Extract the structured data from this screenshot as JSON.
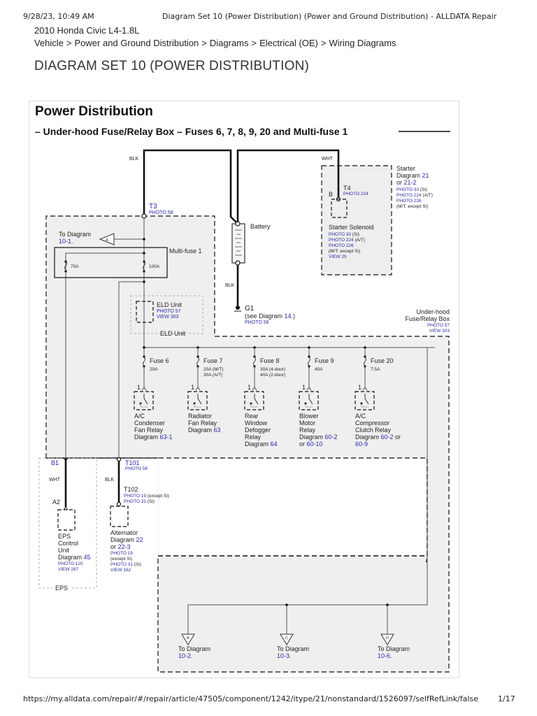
{
  "print_header": {
    "datetime": "9/28/23, 10:49 AM",
    "page_title": "Diagram Set 10 (Power Distribution) (Power and Ground Distribution) - ALLDATA Repair"
  },
  "vehicle": "2010 Honda Civic L4-1.8L",
  "breadcrumb": [
    "Vehicle",
    "Power and Ground Distribution",
    "Diagrams",
    "Electrical (OE)",
    "Wiring Diagrams"
  ],
  "breadcrumb_separator": ">",
  "document_title": "DIAGRAM SET 10 (POWER DISTRIBUTION)",
  "diagram": {
    "title": "Power Distribution",
    "subtitle": "– Under-hood Fuse/Relay Box – Fuses 6, 7, 8, 9, 20 and Multi-fuse 1",
    "colors": {
      "link": "#2a2aa8",
      "wire": "#111111",
      "box_fill": "#eeeeee",
      "text": "#222222"
    },
    "wire_labels": {
      "t3_wire": "BLK",
      "starter_wire": "WHT",
      "ground_wire": "BLK",
      "eps_wire": "WHT",
      "alt_wire": "BLK"
    },
    "battery": {
      "label": "Battery"
    },
    "ground": {
      "name": "G1",
      "see": "(see Diagram ",
      "see_link": "14.",
      "see_end": ")",
      "photo": "PHOTO 56"
    },
    "t3": {
      "name": "T3",
      "photo": "PHOTO 58"
    },
    "to_diagram_a": {
      "text": "To Diagram",
      "link": "10-1.",
      "letter": "A"
    },
    "multifuse": {
      "label": "Multi-fuse 1",
      "left_rating": "70A",
      "right_rating": "100A"
    },
    "eld": {
      "name": "ELD Unit",
      "photo": "PHOTO 57",
      "view": "VIEW 303",
      "box_label": "ELD Unit"
    },
    "starter": {
      "title": "Starter",
      "diagram_text": "Diagram",
      "diagram_link": "21",
      "or_text": "or",
      "or_link": "21-2",
      "photos": [
        {
          "link": "PHOTO 33",
          "note": "(Si)"
        },
        {
          "link": "PHOTO 224",
          "note": "(A/T)"
        },
        {
          "link": "PHOTO 226",
          "note": ""
        }
      ],
      "note": "(M/T: except Si)"
    },
    "t4": {
      "name": "T4",
      "photo": "PHOTO 224",
      "pin": "B"
    },
    "solenoid": {
      "name": "Starter Solenoid",
      "photos": [
        {
          "link": "PHOTO 33",
          "note": "(Si)"
        },
        {
          "link": "PHOTO 224",
          "note": "(A/T)"
        },
        {
          "link": "PHOTO 226",
          "note": ""
        }
      ],
      "note": "(M/T: except Si)",
      "view": "VIEW 25"
    },
    "fusebox": {
      "line1": "Under-hood",
      "line2": "Fuse/Relay Box",
      "photo": "PHOTO 57",
      "view": "VIEW 303"
    },
    "fuses": [
      {
        "name": "Fuse 6",
        "rating": [
          "20A"
        ],
        "pin": "1",
        "desc": [
          "A/C",
          "Condenser",
          "Fan Relay"
        ],
        "diagram_text": "Diagram ",
        "links": [
          "63-1"
        ],
        "link_sep": ""
      },
      {
        "name": "Fuse 7",
        "rating": [
          "20A (M/T)",
          "30A (A/T)"
        ],
        "pin": "1",
        "desc": [
          "Radiator",
          "Fan Relay"
        ],
        "diagram_text": "Diagram ",
        "links": [
          "63"
        ],
        "link_sep": ""
      },
      {
        "name": "Fuse 8",
        "rating": [
          "30A (4-door)",
          "40A (2-door)"
        ],
        "pin": "1",
        "desc": [
          "Rear",
          "Window",
          "Defogger",
          "Relay"
        ],
        "diagram_text": "Diagram ",
        "links": [
          "64"
        ],
        "link_sep": ""
      },
      {
        "name": "Fuse 9",
        "rating": [
          "40A"
        ],
        "pin": "1",
        "desc": [
          "Blower",
          "Motor",
          "Relay"
        ],
        "diagram_text": "Diagram ",
        "links": [
          "60-2",
          "60-10"
        ],
        "link_sep": "or "
      },
      {
        "name": "Fuse 20",
        "rating": [
          "7.5A"
        ],
        "pin": "1",
        "desc": [
          "A/C",
          "Compressor",
          "Clutch Relay"
        ],
        "diagram_text": "Diagram ",
        "links": [
          "60-2",
          "60-9"
        ],
        "link_sep": " or"
      }
    ],
    "eps": {
      "b1": "B1",
      "a2": "A2",
      "desc": [
        "EPS",
        "Control",
        "Unit"
      ],
      "diagram_text": "Diagram ",
      "diagram_link": "45",
      "photo": "PHOTO 120",
      "view": "VIEW 287",
      "box_label": "EPS"
    },
    "t101": {
      "name": "T101",
      "photo": "PHOTO 58"
    },
    "t102": {
      "name": "T102",
      "photos": [
        {
          "link": "PHOTO 19",
          "note": "(except Si)"
        },
        {
          "link": "PHOTO 31",
          "note": "(Si)"
        }
      ]
    },
    "alternator": {
      "name": "Alternator",
      "diagram_text": "Diagram ",
      "diagram_link": "22",
      "or_text": "or ",
      "or_link": "22-3",
      "photo1": "PHOTO 19",
      "photo1_note": "(except Si)",
      "photo2": "PHOTO 31",
      "photo2_note": "(Si)",
      "view": "VIEW 162"
    },
    "bottom_connectors": [
      {
        "letter": "B",
        "text": "To Diagram",
        "link": "10-2."
      },
      {
        "letter": "C",
        "text": "To Diagram",
        "link": "10-3."
      },
      {
        "letter": "D",
        "text": "To Diagram",
        "link": "10-6."
      }
    ]
  },
  "print_footer": {
    "url": "https://my.alldata.com/repair/#/repair/article/47505/component/1242/itype/21/nonstandard/1526097/selfRefLink/false",
    "page": "1/17"
  }
}
